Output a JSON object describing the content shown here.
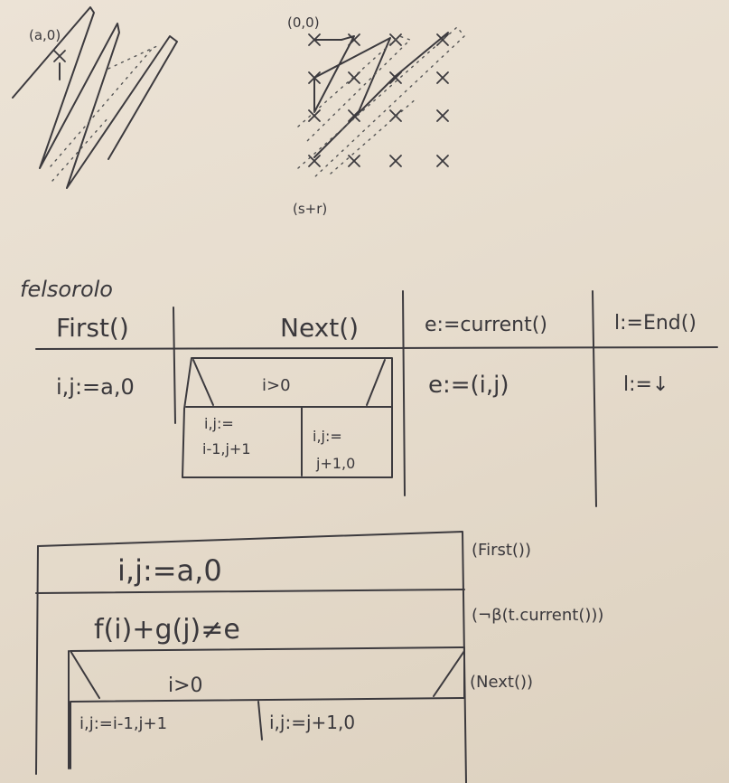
{
  "sketch_left": {
    "label": "(a,0)"
  },
  "sketch_right": {
    "top_label": "(0,0)",
    "bottom_label": "(s+r)"
  },
  "title": "felsorolo",
  "table": {
    "headers": [
      "First()",
      "Next()",
      "e:=current()",
      "l:=End()"
    ],
    "first_cell": "i,j:=a,0",
    "next_condition": "i>0",
    "next_left_line1": "i,j:=",
    "next_left_line2": "i-1,j+1",
    "next_right_line1": "i,j:=",
    "next_right_line2": "j+1,0",
    "current_cell": "e:=(i,j)",
    "end_cell": "l:=↓"
  },
  "structogram": {
    "assign_row": "i,j:=a,0",
    "loop_condition": "f(i)+g(j)≠e",
    "branch_condition": "i>0",
    "branch_left": "i,j:=i-1,j+1",
    "branch_right": "i,j:=j+1,0",
    "annotations": [
      "(First())",
      "(¬β(t.current()))",
      "(Next())"
    ]
  }
}
